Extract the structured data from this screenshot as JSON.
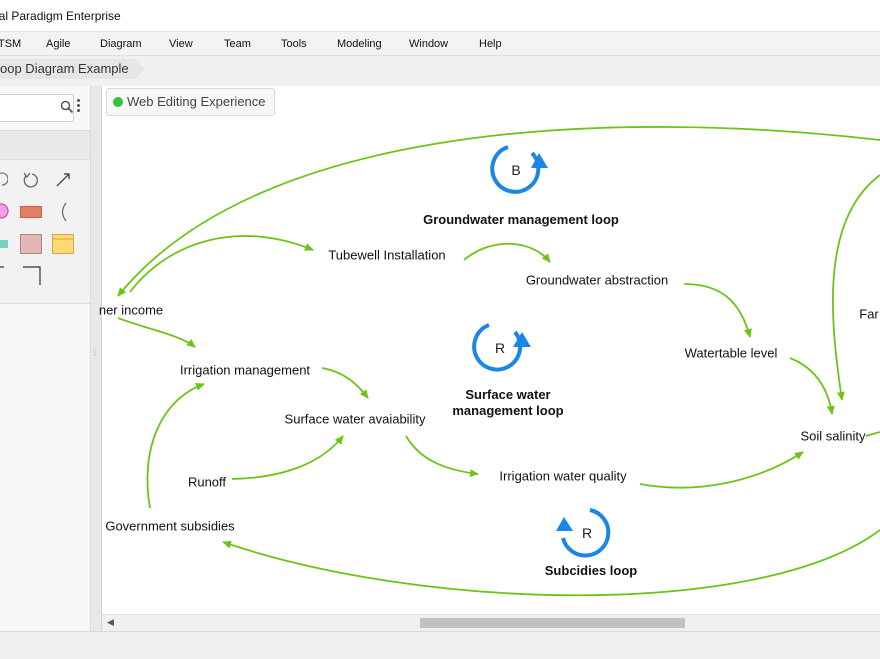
{
  "window": {
    "title": "ual Paradigm Enterprise"
  },
  "menu": [
    "TSM",
    "Agile",
    "Diagram",
    "View",
    "Team",
    "Tools",
    "Modeling",
    "Window",
    "Help"
  ],
  "breadcrumb": {
    "label": "oop Diagram Example"
  },
  "editing_tab": {
    "label": "Web Editing Experience",
    "status_color": "#34c236"
  },
  "diagram": {
    "nodes": {
      "tubewell": "Tubewell Installation",
      "groundwater_abstraction": "Groundwater abstraction",
      "farmer_income": "ner income",
      "irrigation_management": "Irrigation management",
      "watertable": "Watertable level",
      "fa": "Far",
      "surface_water": "Surface water avaiability",
      "soil_salinity": "Soil salinity",
      "runoff": "Runoff",
      "irrigation_quality": "Irrigation water quality",
      "subsidies": "Government subsidies"
    },
    "loops": {
      "groundwater": {
        "letter": "B",
        "label": "Groundwater management loop"
      },
      "surface": {
        "letter": "R",
        "label_line1": "Surface water",
        "label_line2": "management loop"
      },
      "subsidies": {
        "letter": "R",
        "label": "Subcidies loop"
      }
    },
    "colors": {
      "link": "#6cc417",
      "loop": "#1a86e8"
    }
  }
}
